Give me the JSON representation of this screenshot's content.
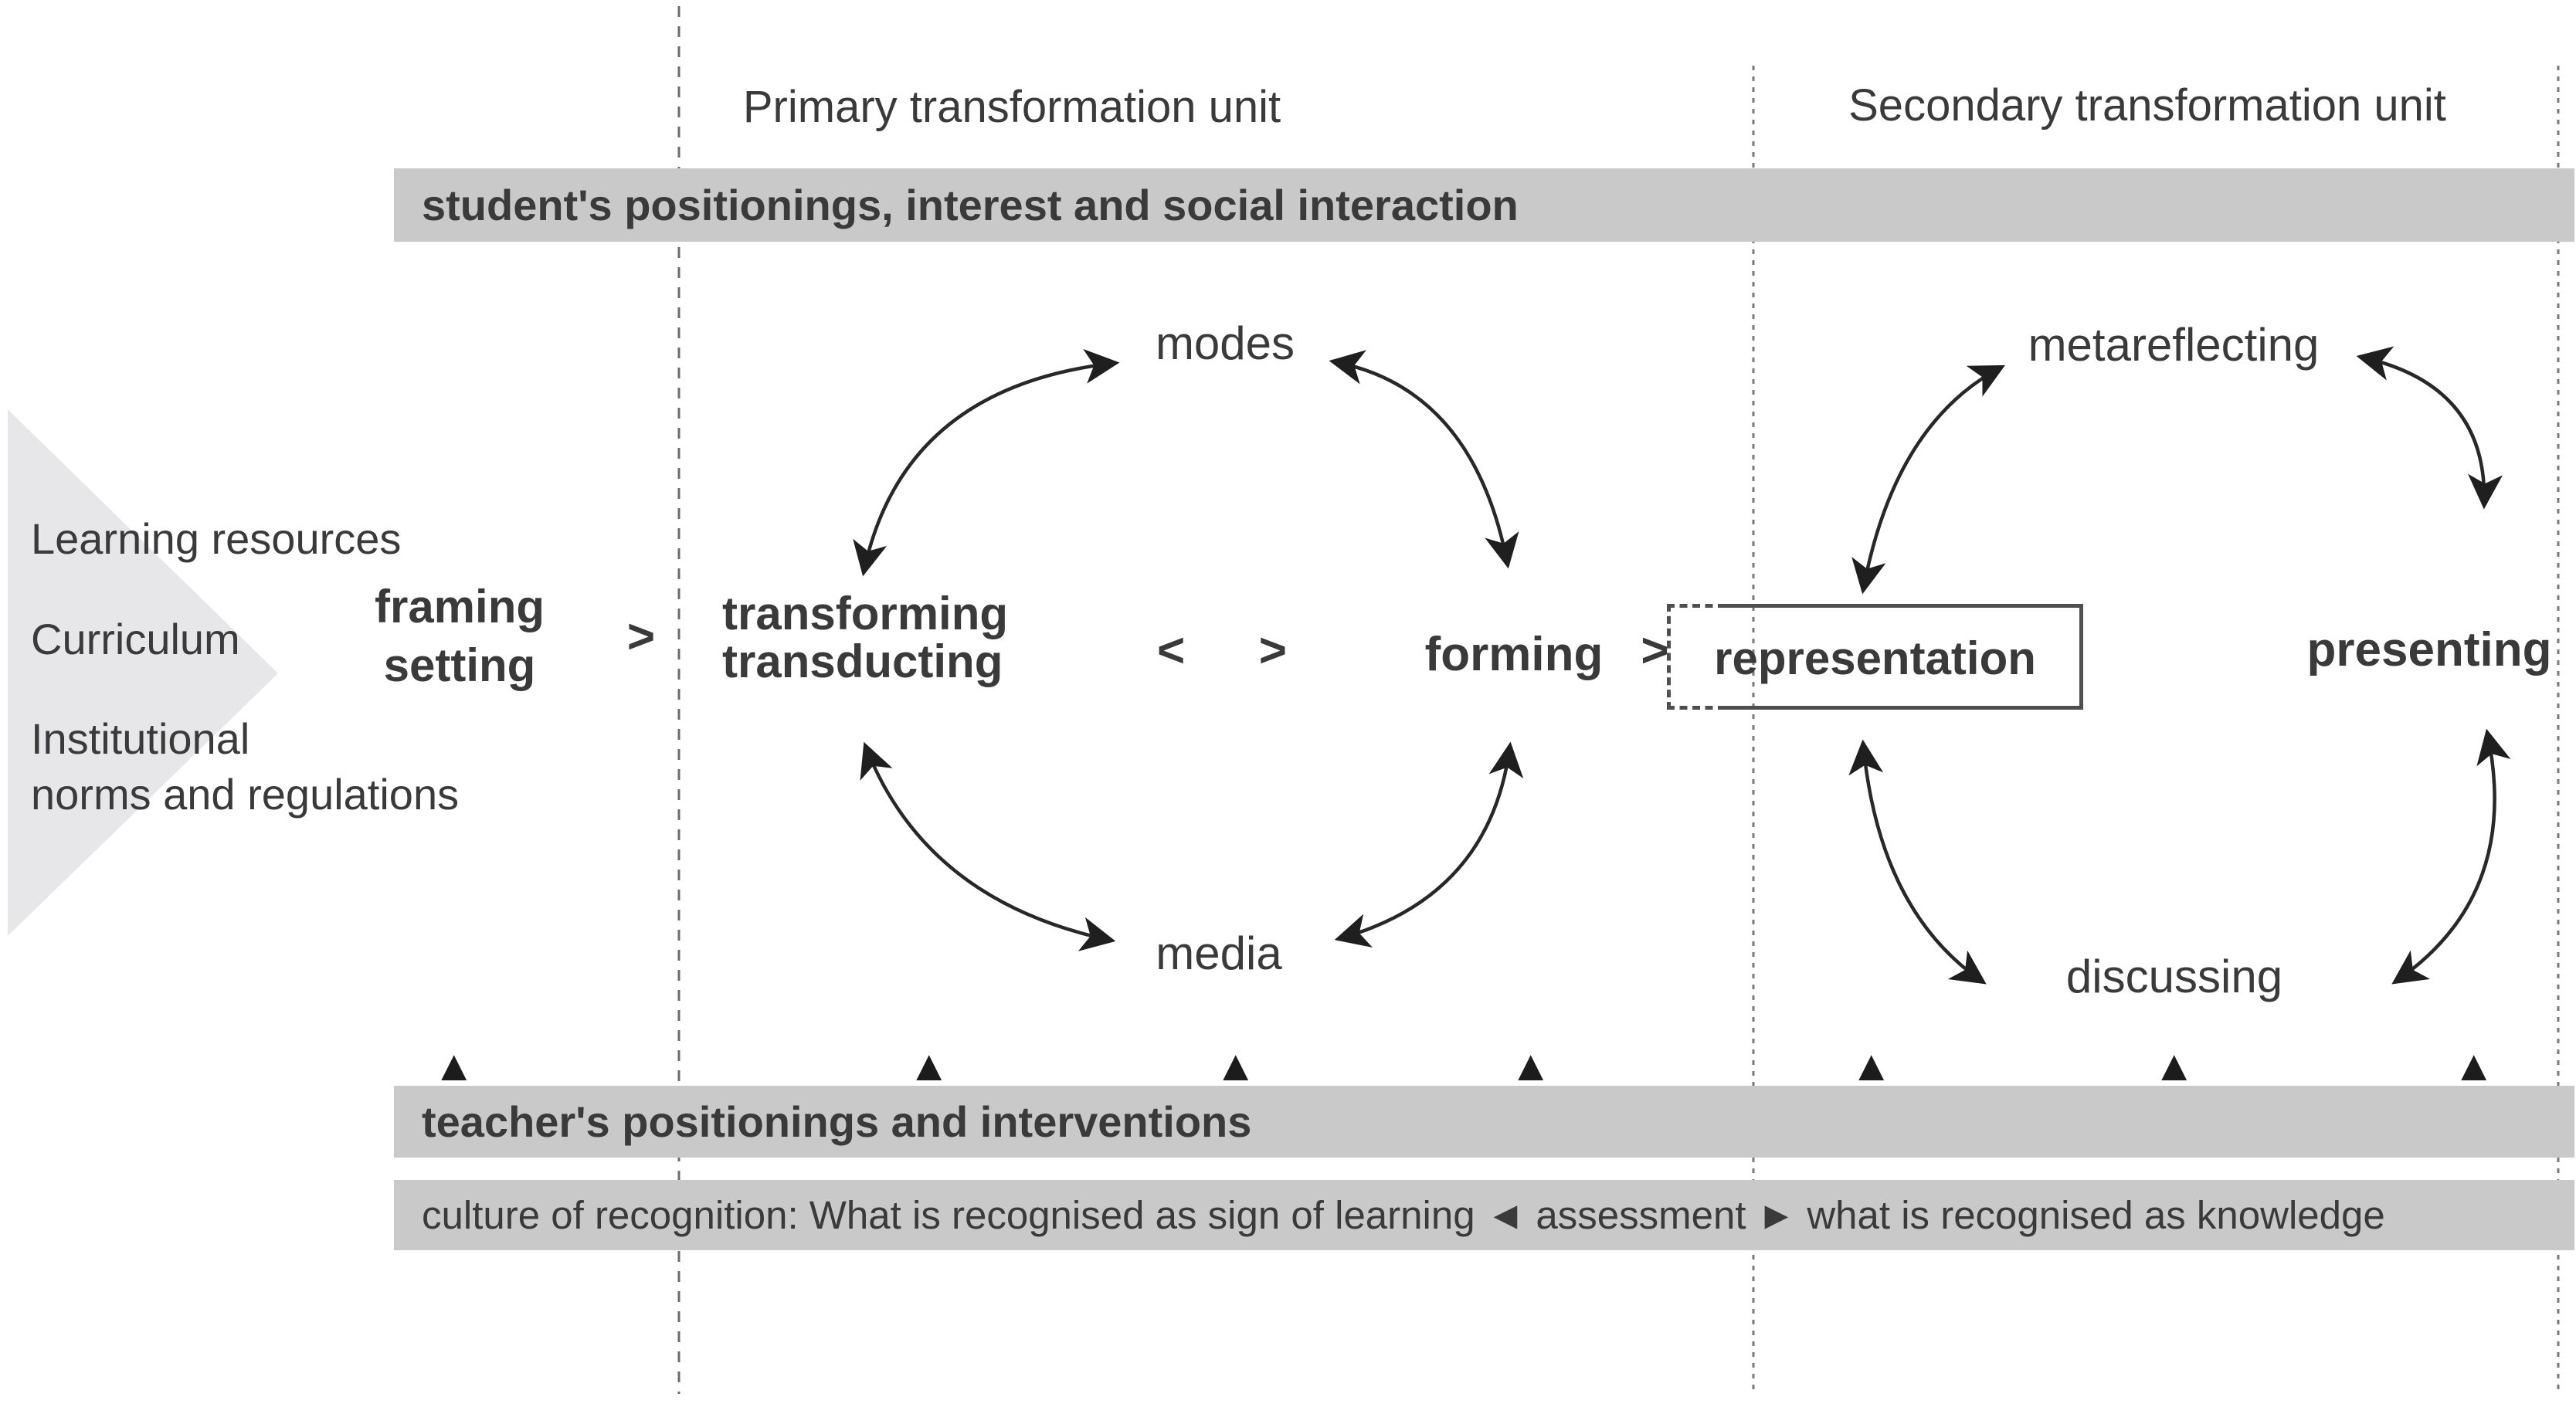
{
  "header": {
    "primary_unit_label": "Primary transformation unit",
    "secondary_unit_label": "Secondary transformation unit"
  },
  "bars": {
    "student": "student's positionings, interest and social interaction",
    "teacher": "teacher's positionings and interventions",
    "culture": "culture of recognition: What is recognised as sign of learning ◄ assessment ► what is recognised as knowledge"
  },
  "context": {
    "lines": [
      "Learning resources",
      "Curriculum",
      "Institutional\nnorms and regulations"
    ]
  },
  "flow": {
    "framing_setting": "framing\nsetting",
    "chevron_1": ">",
    "transforming_transducting": "transforming\ntransducting",
    "compare_left": "<",
    "compare_right": ">",
    "forming": "forming",
    "chevron_2": ">",
    "representation": "representation",
    "presenting": "presenting"
  },
  "primary_cycle": {
    "top": "modes",
    "bottom": "media"
  },
  "secondary_cycle": {
    "top": "metareflecting",
    "bottom": "discussing"
  },
  "glyphs": {
    "up_marker": "▲"
  },
  "colors": {
    "bar_gray": "#c9c9c9",
    "context_triangle_gray": "#e7e7e9",
    "arrow_dark": "#282828",
    "box_border_gray": "#4f4f4f",
    "text_gray": "#3a3a3a"
  }
}
